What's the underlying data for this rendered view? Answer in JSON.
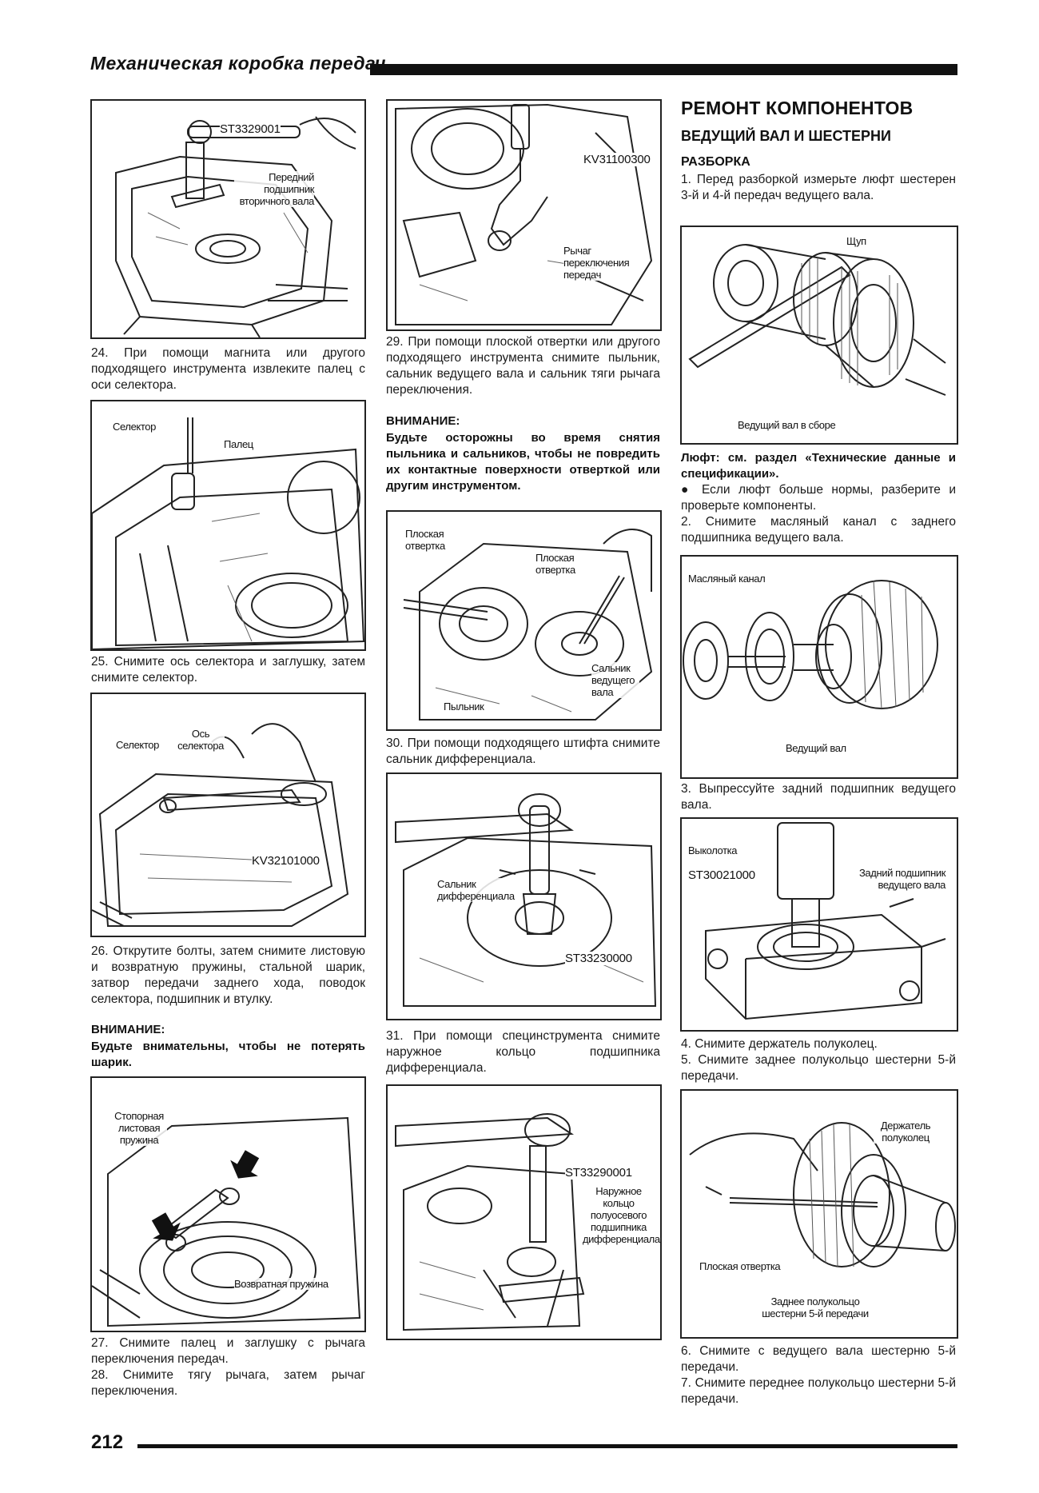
{
  "header": {
    "title": "Механическая коробка передач"
  },
  "footer": {
    "page_number": "212"
  },
  "col1": {
    "fig24": {
      "code": "ST3329001",
      "label": "Передний подшипник вторичного вала"
    },
    "step24": "24. При помощи магнита или другого подходящего инструмента извлеките палец с оси селектора.",
    "fig25": {
      "label_selector": "Селектор",
      "label_pin": "Палец"
    },
    "step25": "25. Снимите ось селектора и заглушку, затем снимите селектор.",
    "fig26": {
      "label_selector": "Селектор",
      "label_axis": "Ось селектора",
      "code": "KV32101000"
    },
    "step26": "26. Открутите болты, затем снимите листовую и возвратную пружины, стальной шарик, затвор передачи заднего хода, поводок селектора, подшипник и втулку.",
    "warning_title": "ВНИМАНИЕ:",
    "warning_text": "Будьте внимательны, чтобы не потерять шарик.",
    "fig27": {
      "label_leaf": "Стопорная листовая пружина",
      "label_return": "Возвратная пружина"
    },
    "step27": "27. Снимите палец и заглушку с рычага переключения передач.",
    "step28": "28. Снимите тягу рычага, затем рычаг переключения."
  },
  "col2": {
    "fig29": {
      "code": "KV31100300",
      "label": "Рычаг переключения передач"
    },
    "step29": "29. При помощи плоской отвертки или другого подходящего инструмента снимите пыльник, сальник ведущего вала и сальник тяги рычага переключения.",
    "warning_title": "ВНИМАНИЕ:",
    "warning_text": "Будьте осторожны во время снятия пыльника и сальников, чтобы не повредить их контактные поверхности отверткой или другим инструментом.",
    "fig30": {
      "label_screwdriver1": "Плоская отвертка",
      "label_screwdriver2": "Плоская отвертка",
      "label_boot": "Пыльник",
      "label_seal": "Сальник ведущего вала"
    },
    "step30": "30. При помощи подходящего штифта снимите сальник дифференциала.",
    "fig31": {
      "label_seal": "Сальник дифференциала",
      "code": "ST33230000"
    },
    "step31": "31. При помощи специнструмента снимите наружное кольцо подшипника дифференциала.",
    "fig32": {
      "code": "ST33290001",
      "label": "Наружное кольцо полуосевого подшипника дифференциала"
    }
  },
  "col3": {
    "h1": "РЕМОНТ КОМПОНЕНТОВ",
    "h2": "ВЕДУЩИЙ ВАЛ И ШЕСТЕРНИ",
    "h3": "РАЗБОРКА",
    "step1": "1. Перед разборкой измерьте люфт шестерен 3-й и 4-й передач ведущего вала.",
    "figA": {
      "label_probe": "Щуп",
      "label_shaft": "Ведущий вал в сборе"
    },
    "play_note": "Люфт: см. раздел «Технические данные и спецификации».",
    "bullet": "● Если люфт больше нормы, разберите и проверьте компоненты.",
    "step2": "2. Снимите масляный канал с заднего подшипника ведущего вала.",
    "figB": {
      "label_channel": "Масляный канал",
      "label_shaft": "Ведущий вал"
    },
    "step3": "3. Выпрессуйте задний подшипник ведущего вала.",
    "figC": {
      "label_punch": "Выколотка",
      "code": "ST30021000",
      "label_bearing": "Задний подшипник ведущего вала"
    },
    "step4": "4. Снимите держатель полуколец.",
    "step5": "5. Снимите заднее полукольцо шестерни 5-й передачи.",
    "figD": {
      "label_holder": "Держатель полуколец",
      "label_screwdriver": "Плоская отвертка",
      "label_ring": "Заднее полукольцо шестерни 5-й передачи"
    },
    "step6": "6. Снимите с ведущего вала шестерню 5-й передачи.",
    "step7": "7. Снимите переднее полукольцо шестерни 5-й передачи."
  }
}
